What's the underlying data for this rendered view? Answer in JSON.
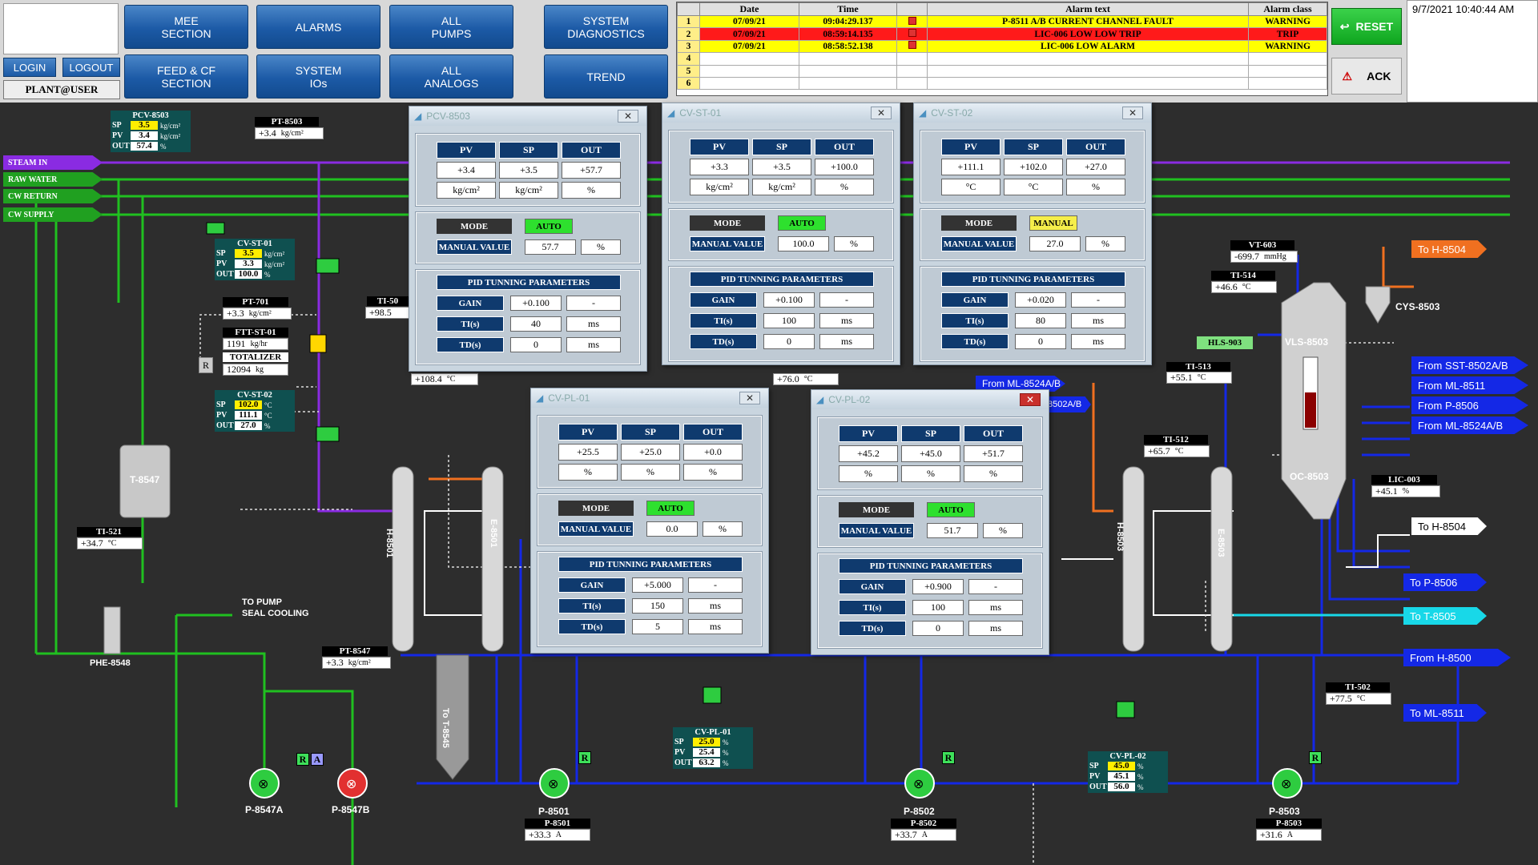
{
  "nav": {
    "mee_section": "MEE\nSECTION",
    "alarms": "ALARMS",
    "all_pumps": "ALL\nPUMPS",
    "system_diagnostics": "SYSTEM\nDIAGNOSTICS",
    "feed_cf_section": "FEED & CF\nSECTION",
    "system_ios": "SYSTEM\nIOs",
    "all_analogs": "ALL\nANALOGS",
    "trend": "TREND",
    "login": "LOGIN",
    "logout": "LOGOUT",
    "user": "PLANT@USER"
  },
  "alarm_table": {
    "headers": [
      "Date",
      "Time",
      "Alarm text",
      "Alarm class"
    ],
    "rows": [
      {
        "n": "1",
        "date": "07/09/21",
        "time": "09:04:29.137",
        "text": "P-8511 A/B CURRENT CHANNEL FAULT",
        "class": "WARNING",
        "color": "#ffff00"
      },
      {
        "n": "2",
        "date": "07/09/21",
        "time": "08:59:14.135",
        "text": "LIC-006 LOW LOW TRIP",
        "class": "TRIP",
        "color": "#ff1a1a"
      },
      {
        "n": "3",
        "date": "07/09/21",
        "time": "08:58:52.138",
        "text": "LIC-006 LOW ALARM",
        "class": "WARNING",
        "color": "#ffff00"
      },
      {
        "n": "4"
      },
      {
        "n": "5"
      },
      {
        "n": "6"
      }
    ]
  },
  "reset": "RESET",
  "ack": "ACK",
  "datetime": "9/7/2021 10:40:44 AM",
  "lines": {
    "steam_in": "STEAM IN",
    "raw_water": "RAW WATER",
    "cw_return": "CW RETURN",
    "cw_supply": "CW SUPPLY"
  },
  "instruments": {
    "pcv8503": {
      "name": "PCV-8503",
      "sp": "3.5",
      "pv": "3.4",
      "out": "57.4",
      "u1": "kg/cm²",
      "u2": "kg/cm²",
      "u3": "%"
    },
    "pt8503": {
      "name": "PT-8503",
      "val": "+3.4",
      "unit": "kg/cm²"
    },
    "cvst01": {
      "name": "CV-ST-01",
      "sp": "3.5",
      "pv": "3.3",
      "out": "100.0",
      "u1": "kg/cm²",
      "u2": "kg/cm²",
      "u3": "%"
    },
    "pt701": {
      "name": "PT-701",
      "val": "+3.3",
      "unit": "kg/cm²"
    },
    "fttst01": {
      "name": "FTT-ST-01",
      "val": "1191",
      "unit": "kg/hr"
    },
    "totalizer": {
      "name": "TOTALIZER",
      "val": "12094",
      "unit": "kg"
    },
    "ti50": {
      "name": "TI-50",
      "val": "+98.5"
    },
    "cvst02": {
      "name": "CV-ST-02",
      "sp": "102.0",
      "pv": "111.1",
      "out": "27.0",
      "u1": "°C",
      "u2": "°C",
      "u3": "%"
    },
    "ti521": {
      "name": "TI-521",
      "val": "+34.7",
      "unit": "°C"
    },
    "pt8547": {
      "name": "PT-8547",
      "val": "+3.3",
      "unit": "kg/cm²"
    },
    "vt603": {
      "name": "VT-603",
      "val": "-699.7",
      "unit": "mmHg"
    },
    "ti514": {
      "name": "TI-514",
      "val": "+46.6",
      "unit": "°C"
    },
    "ti513": {
      "name": "TI-513",
      "val": "+55.1",
      "unit": "°C"
    },
    "ti512": {
      "name": "TI-512",
      "val": "+65.7",
      "unit": "°C"
    },
    "lic003": {
      "name": "LIC-003",
      "val": "+45.1",
      "unit": "%"
    },
    "ti502": {
      "name": "TI-502",
      "val": "+77.5",
      "unit": "°C"
    },
    "hls903": "HLS-903",
    "t108": {
      "val": "+108.4",
      "unit": "°C"
    },
    "t76": {
      "val": "+76.0",
      "unit": "°C"
    },
    "cvpl01": {
      "name": "CV-PL-01",
      "sp": "25.0",
      "pv": "25.4",
      "out": "63.2",
      "u1": "%",
      "u2": "%",
      "u3": "%"
    },
    "cvpl02": {
      "name": "CV-PL-02",
      "sp": "45.0",
      "pv": "45.1",
      "out": "56.0",
      "u1": "%",
      "u2": "%",
      "u3": "%"
    },
    "p8501": {
      "name": "P-8501",
      "val": "+33.3",
      "unit": "A"
    },
    "p8502": {
      "name": "P-8502",
      "val": "+33.7",
      "unit": "A"
    },
    "p8503": {
      "name": "P-8503",
      "val": "+31.6",
      "unit": "A"
    }
  },
  "equipment": {
    "t8547": "T-8547",
    "phe8548": "PHE-8548",
    "pump_seal": "TO PUMP\nSEAL COOLING",
    "p8547a": "P-8547A",
    "p8547b": "P-8547B",
    "h8501": "H-8501",
    "e8501": "E-8501",
    "h8503": "H-8503",
    "e8503": "E-8503",
    "to_t8545": "To T-8545",
    "p8501": "P-8501",
    "p8502": "P-8502",
    "p8503": "P-8503",
    "vls8503": "VLS-8503",
    "cys8503": "CYS-8503",
    "oc8503": "OC-8503",
    "from_ml8524": "From ML-8524A/B",
    "s8502": "8502A/B",
    "badge_r": "R",
    "badge_a": "A"
  },
  "flowtags": [
    {
      "label": "To H-8504",
      "color": "#f07020"
    },
    {
      "label": "From SST-8502A/B",
      "color": "#1428e6"
    },
    {
      "label": "From ML-8511",
      "color": "#1428e6"
    },
    {
      "label": "From P-8506",
      "color": "#1428e6"
    },
    {
      "label": "From ML-8524A/B",
      "color": "#1428e6"
    },
    {
      "label": "To H-8504",
      "color": "#ffffff"
    },
    {
      "label": "To P-8506",
      "color": "#1428e6"
    },
    {
      "label": "To T-8505",
      "color": "#18d8e8"
    },
    {
      "label": "From H-8500",
      "color": "#1428e6"
    },
    {
      "label": "To ML-8511",
      "color": "#1428e6"
    }
  ],
  "faceplates": {
    "labels": {
      "pv": "PV",
      "sp": "SP",
      "out": "OUT",
      "mode": "MODE",
      "manual_value": "MANUAL VALUE",
      "pid": "PID TUNNING PARAMETERS",
      "gain": "GAIN",
      "ti": "TI(s)",
      "td": "TD(s)",
      "close": "✕"
    },
    "pcv8503": {
      "title": "PCV-8503",
      "pv": "+3.4",
      "sp": "+3.5",
      "out": "+57.7",
      "u_pv": "kg/cm²",
      "u_sp": "kg/cm²",
      "u_out": "%",
      "mode": "AUTO",
      "manual": "57.7",
      "manual_u": "%",
      "gain": "+0.100",
      "gain_u": "-",
      "ti": "40",
      "ti_u": "ms",
      "td": "0",
      "td_u": "ms"
    },
    "cvst01": {
      "title": "CV-ST-01",
      "pv": "+3.3",
      "sp": "+3.5",
      "out": "+100.0",
      "u_pv": "kg/cm²",
      "u_sp": "kg/cm²",
      "u_out": "%",
      "mode": "AUTO",
      "manual": "100.0",
      "manual_u": "%",
      "gain": "+0.100",
      "gain_u": "-",
      "ti": "100",
      "ti_u": "ms",
      "td": "0",
      "td_u": "ms"
    },
    "cvst02": {
      "title": "CV-ST-02",
      "pv": "+111.1",
      "sp": "+102.0",
      "out": "+27.0",
      "u_pv": "°C",
      "u_sp": "°C",
      "u_out": "%",
      "mode": "MANUAL",
      "manual": "27.0",
      "manual_u": "%",
      "gain": "+0.020",
      "gain_u": "-",
      "ti": "80",
      "ti_u": "ms",
      "td": "0",
      "td_u": "ms"
    },
    "cvpl01": {
      "title": "CV-PL-01",
      "pv": "+25.5",
      "sp": "+25.0",
      "out": "+0.0",
      "u_pv": "%",
      "u_sp": "%",
      "u_out": "%",
      "mode": "AUTO",
      "manual": "0.0",
      "manual_u": "%",
      "gain": "+5.000",
      "gain_u": "-",
      "ti": "150",
      "ti_u": "ms",
      "td": "5",
      "td_u": "ms"
    },
    "cvpl02": {
      "title": "CV-PL-02",
      "pv": "+45.2",
      "sp": "+45.0",
      "out": "+51.7",
      "u_pv": "%",
      "u_sp": "%",
      "u_out": "%",
      "mode": "AUTO",
      "manual": "51.7",
      "manual_u": "%",
      "gain": "+0.900",
      "gain_u": "-",
      "ti": "100",
      "ti_u": "ms",
      "td": "0",
      "td_u": "ms"
    }
  }
}
